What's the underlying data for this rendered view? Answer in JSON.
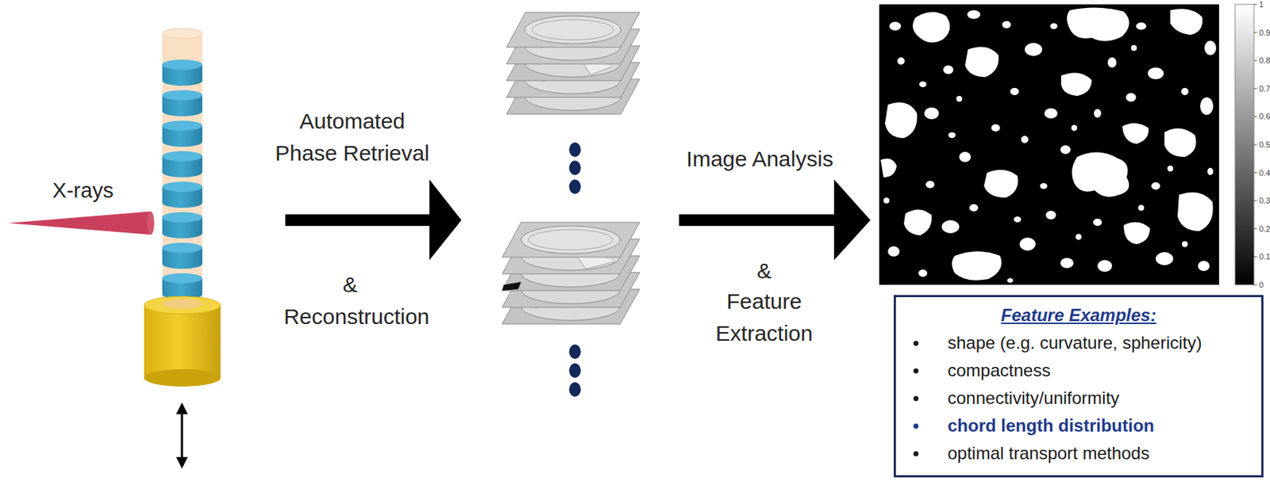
{
  "diagram": {
    "nodes": [
      {
        "text": [
          "Feature Examples:",
          "shape (e.g. curvature, sphericity)",
          "compactness",
          "connectivity/uniformity",
          "chord length distribution",
          "optimal transport methods"
        ]
      }
    ],
    "labels": [
      "X-rays",
      "Automated Phase Retrieval",
      "&",
      "Reconstruction",
      "Image Analysis",
      "&",
      "Feature Extraction",
      "1",
      "0.9",
      "0.8",
      "0.7",
      "0.6",
      "0.5",
      "0.4",
      "0.3",
      "0.2",
      "0.1",
      "0"
    ]
  }
}
